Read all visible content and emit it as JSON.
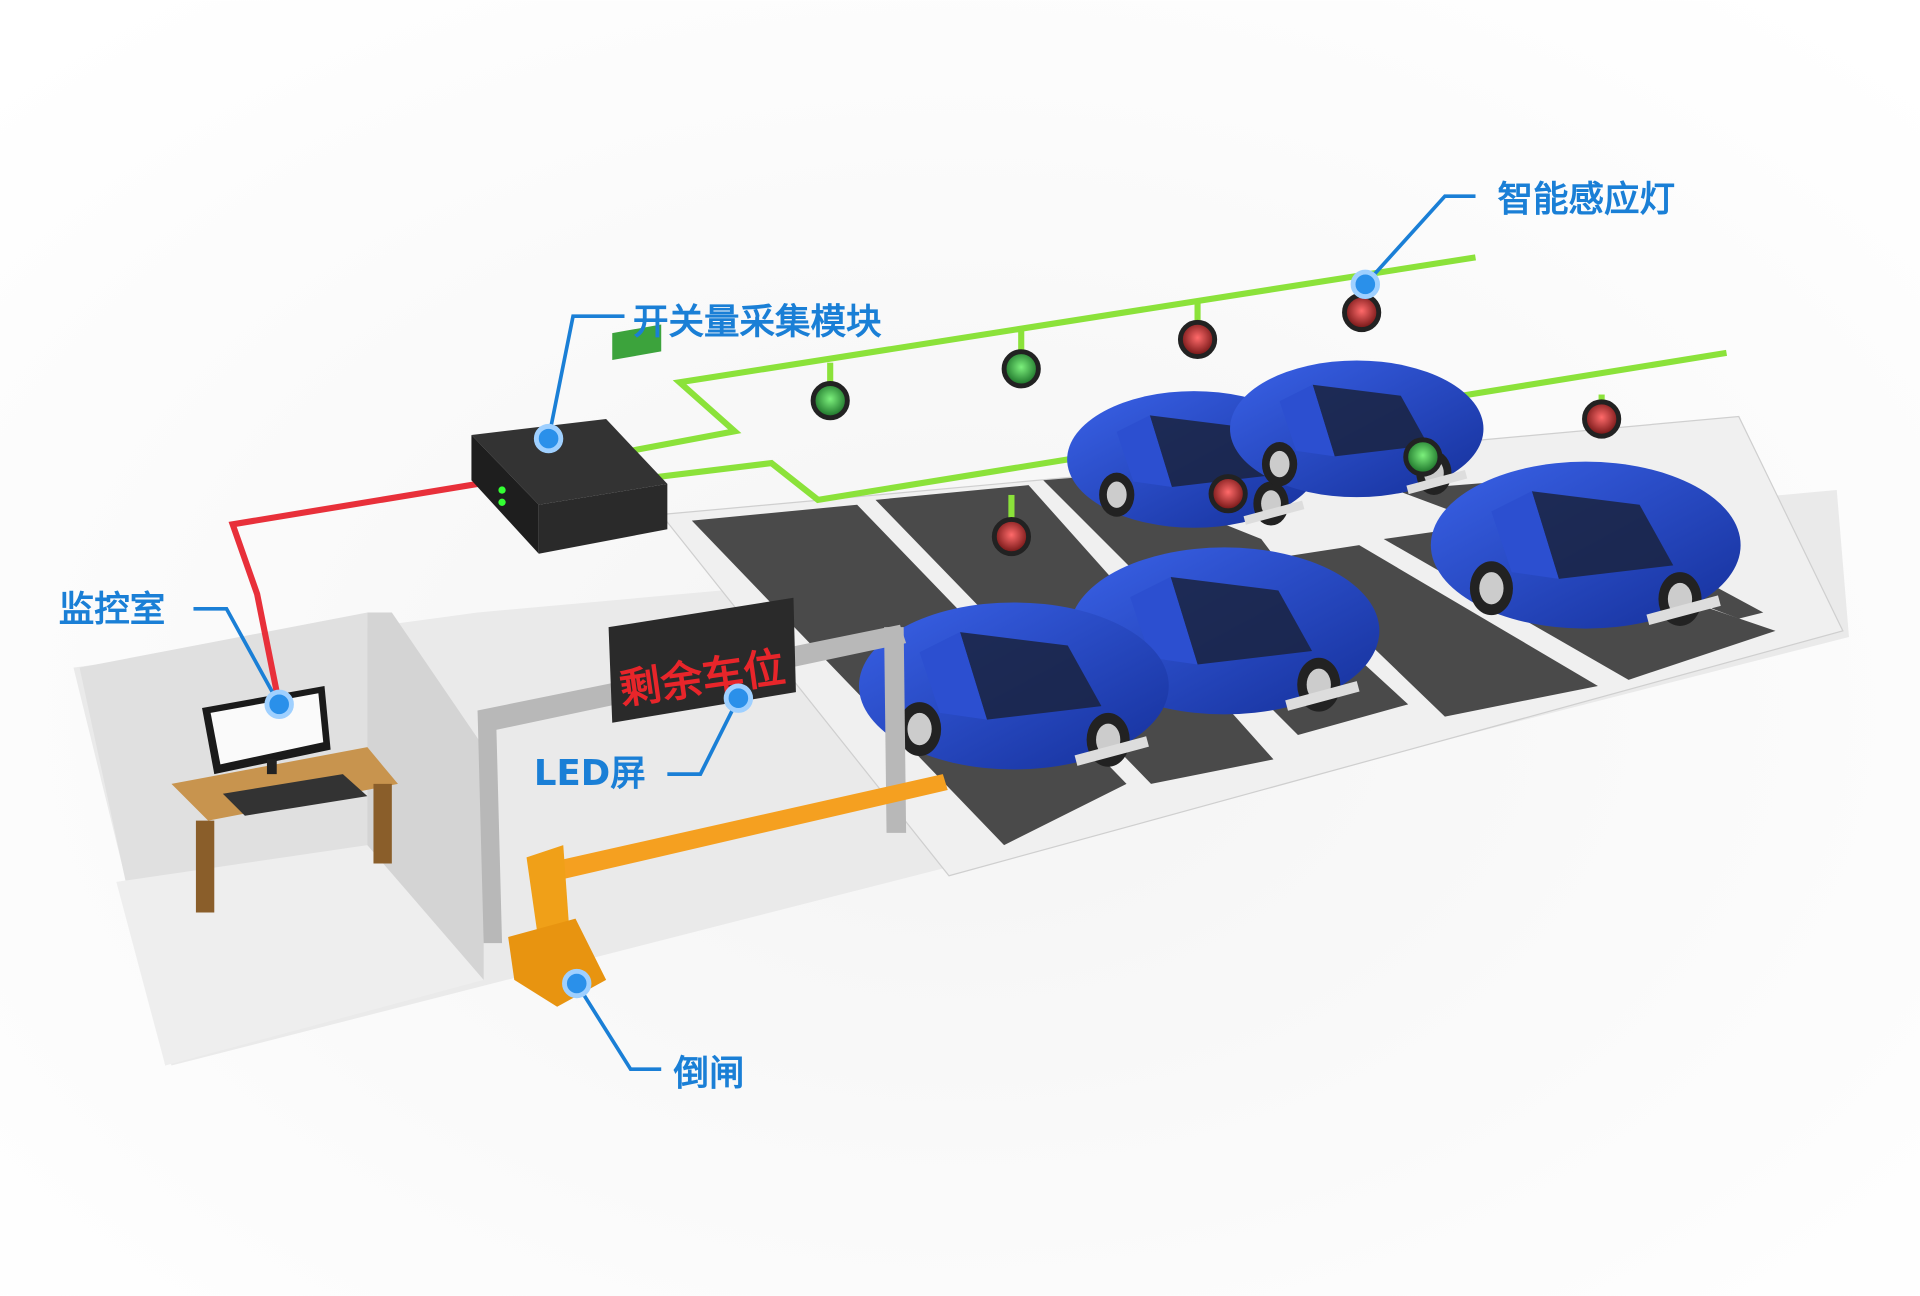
{
  "title": "停车场车位引导系统示意图",
  "labels": {
    "sensor_light": "智能感应灯",
    "io_module": "开关量采集模块",
    "monitor_room": "监控室",
    "led_screen": "LED屏",
    "barrier_gate": "倒闸"
  },
  "led_display_text": "剩余车位",
  "colors": {
    "label": "#1a7fd6",
    "callout_dot": "#2a90ea",
    "car": "#1f3fc0",
    "bus_line": "#8be23a",
    "control_line": "#e8303a",
    "barrier": "#f5a020",
    "light_free": "#2fb04a",
    "light_occupied": "#d02828"
  },
  "sensor_lights": [
    {
      "row": 1,
      "status": "free"
    },
    {
      "row": 1,
      "status": "free"
    },
    {
      "row": 1,
      "status": "occupied"
    },
    {
      "row": 1,
      "status": "occupied"
    },
    {
      "row": 2,
      "status": "occupied"
    },
    {
      "row": 2,
      "status": "occupied"
    },
    {
      "row": 2,
      "status": "free"
    },
    {
      "row": 2,
      "status": "occupied"
    }
  ]
}
